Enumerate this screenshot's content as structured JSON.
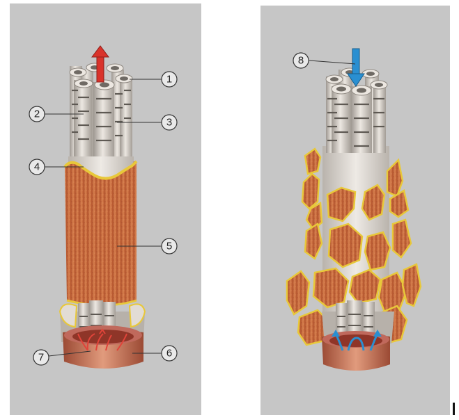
{
  "figure": {
    "left_panel": {
      "callouts": [
        "1",
        "2",
        "3",
        "4",
        "5",
        "6",
        "7"
      ],
      "arrow_color": "#d9332b"
    },
    "right_panel": {
      "callouts": [
        "8"
      ],
      "arrow_color": "#2a8fd1"
    },
    "colors": {
      "panel_bg": "#c6c6c6",
      "tube": "#dcd6cf",
      "coating": "#c9663a",
      "coating_edge": "#e8c83a",
      "cap": "#c87a5e"
    }
  }
}
